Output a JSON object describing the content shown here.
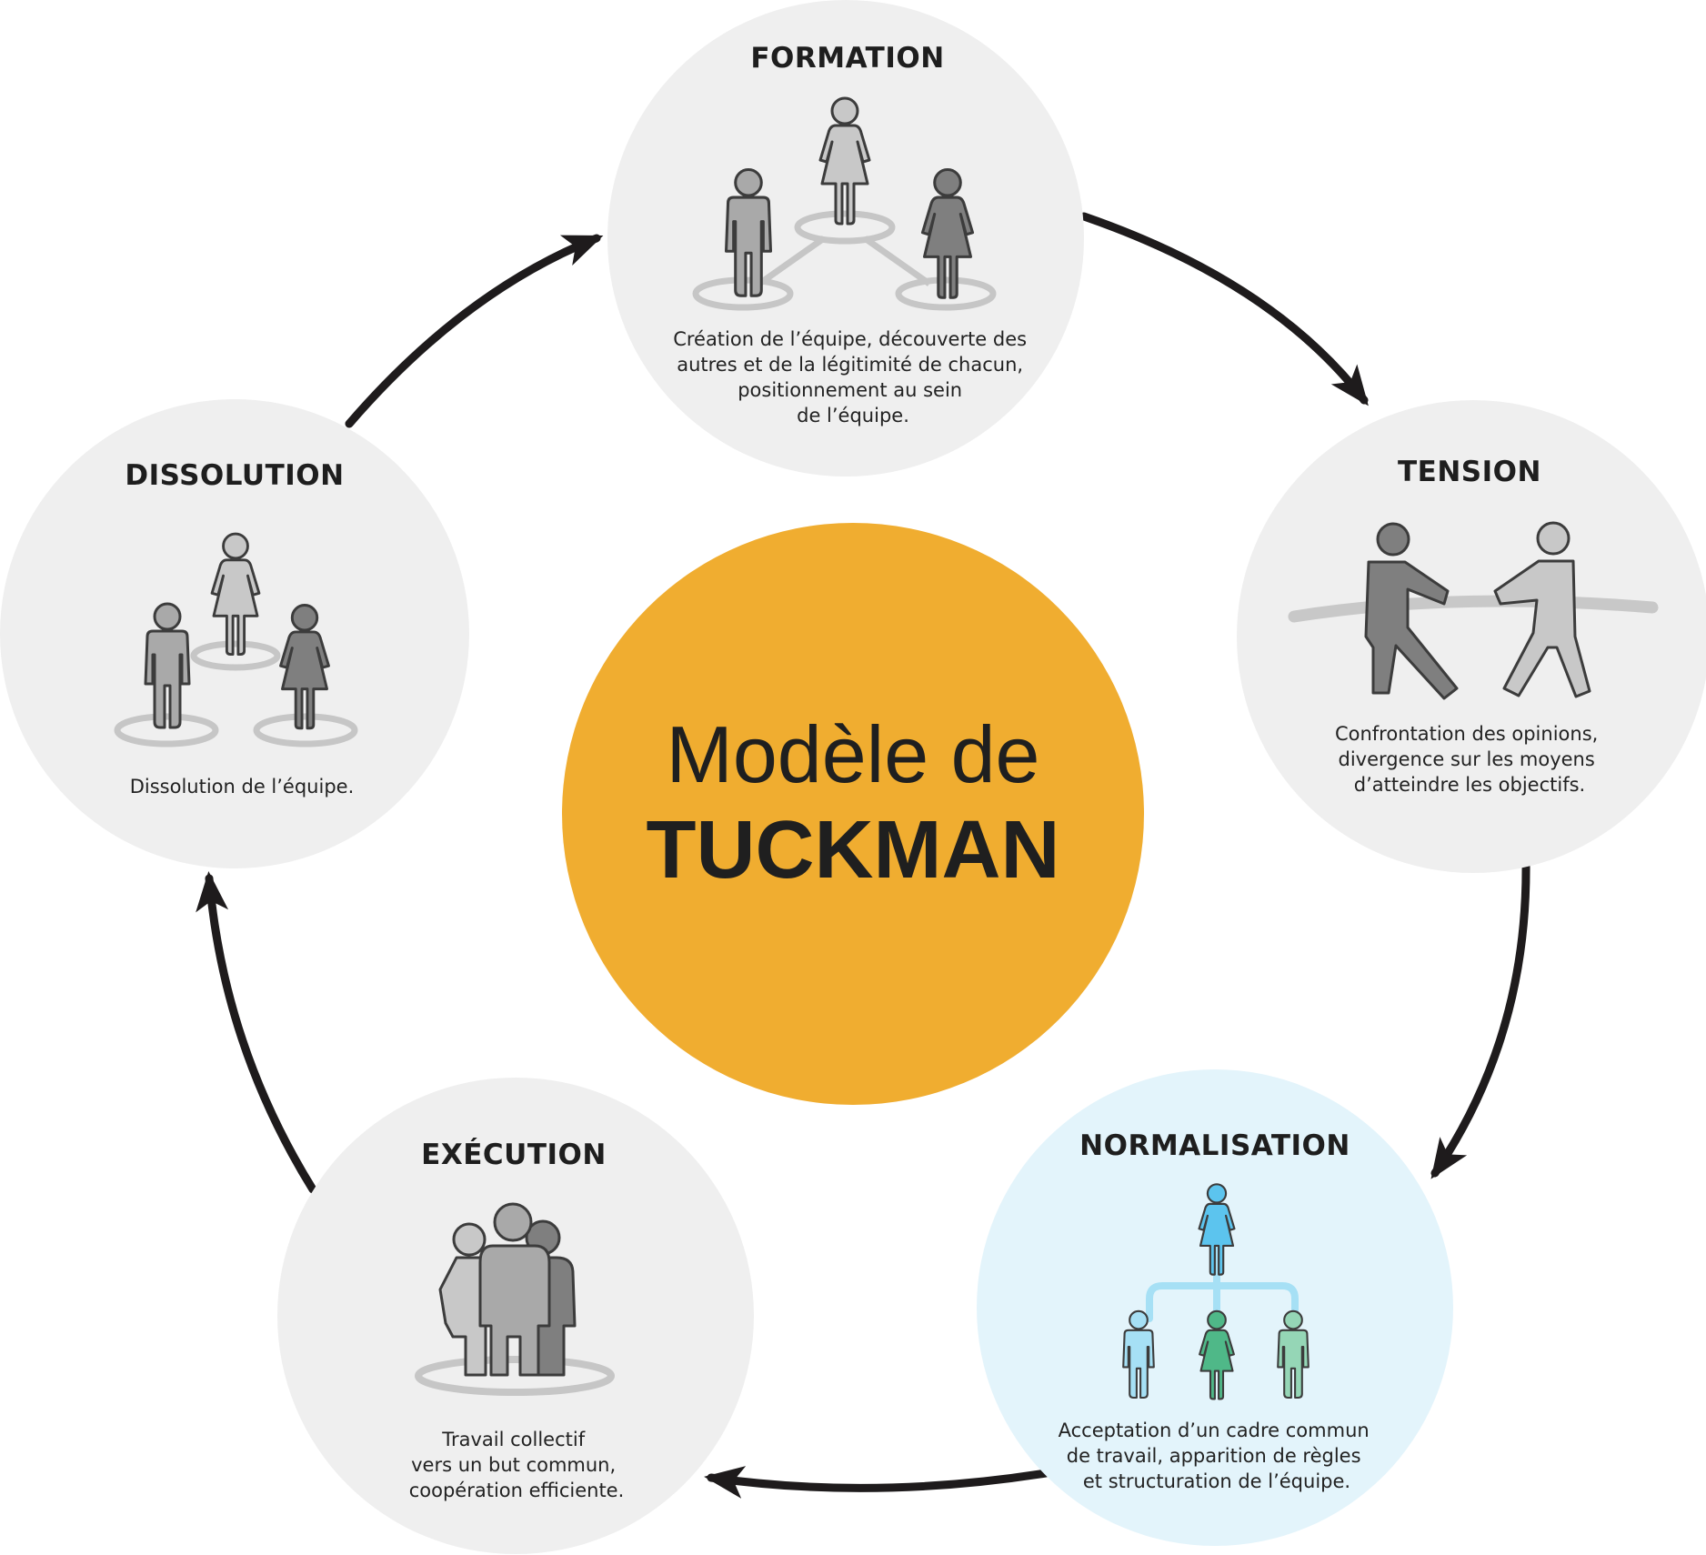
{
  "center": {
    "line1": "Modèle de",
    "line2": "TUCKMAN",
    "color": "#f0ad30"
  },
  "stages": [
    {
      "id": "formation",
      "title": "FORMATION",
      "desc": [
        "Création de l’équipe, découverte des",
        "autres et de la légitimité de chacun,",
        "positionnement au sein",
        "de l’équipe."
      ],
      "bg": "#efefef"
    },
    {
      "id": "tension",
      "title": "TENSION",
      "desc": [
        "Confrontation des opinions,",
        "divergence sur les moyens",
        "d’atteindre les objectifs."
      ],
      "bg": "#efefef"
    },
    {
      "id": "normalisation",
      "title": "NORMALISATION",
      "desc": [
        "Acceptation d’un cadre commun",
        "de travail, apparition de règles",
        "et structuration de l’équipe."
      ],
      "bg": "#e3f4fb"
    },
    {
      "id": "execution",
      "title": "EXÉCUTION",
      "desc": [
        "Travail collectif",
        "vers un but commun,",
        "coopération efficiente."
      ],
      "bg": "#efefef"
    },
    {
      "id": "dissolution",
      "title": "DISSOLUTION",
      "desc": [
        "Dissolution de l’équipe."
      ],
      "bg": "#efefef"
    }
  ],
  "colors": {
    "arrow": "#1e1b1c",
    "person_light": "#c8c8c8",
    "person_mid": "#a9a9a9",
    "person_dark": "#7f7f7f",
    "ring": "#c6c6c6",
    "blue_person": "#5cc4ee",
    "light_blue_person": "#a6e0f5",
    "green_person": "#4fb888",
    "light_green_person": "#95d6b6",
    "connector": "#a6e0f5"
  },
  "icons": {
    "formation": "three-people-network-icon",
    "tension": "tug-of-war-icon",
    "normalisation": "hierarchy-icon",
    "execution": "group-huddle-icon",
    "dissolution": "separated-people-icon"
  }
}
